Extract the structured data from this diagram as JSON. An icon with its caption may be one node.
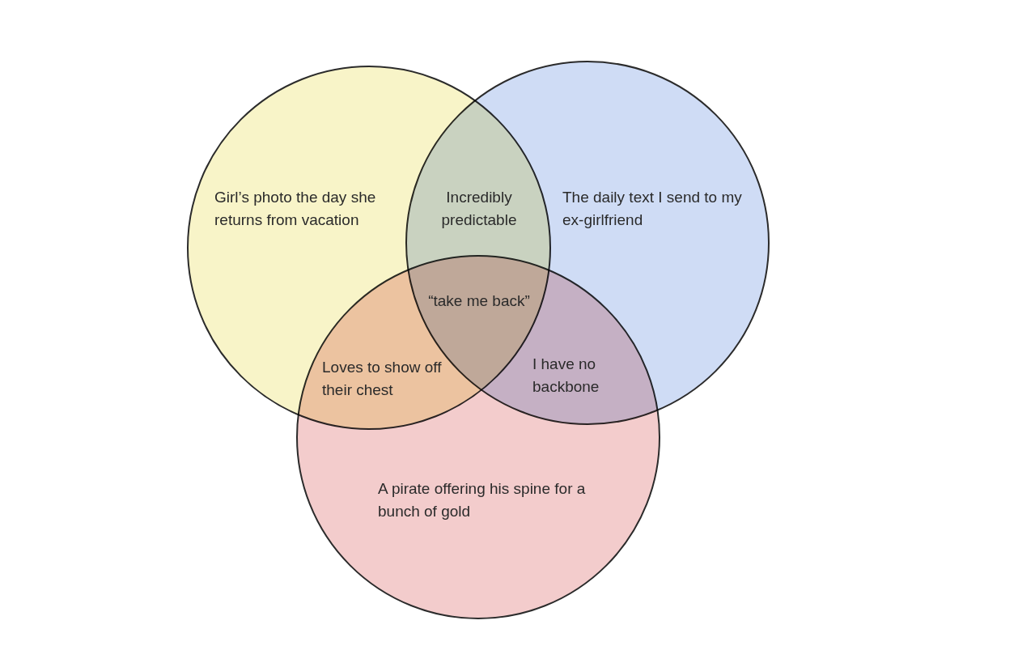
{
  "diagram": {
    "nodes": [
      {
        "text": [
          "Girl’s photo the day she returns from vacation"
        ]
      },
      {
        "text": [
          "The daily text I send to my ex-girlfriend"
        ]
      },
      {
        "text": [
          "A pirate offering his spine for a bunch of gold"
        ]
      }
    ],
    "labels": [
      "Incredibly predictable",
      "“take me back”",
      "Loves to show off their chest",
      "I have no backbone"
    ]
  }
}
